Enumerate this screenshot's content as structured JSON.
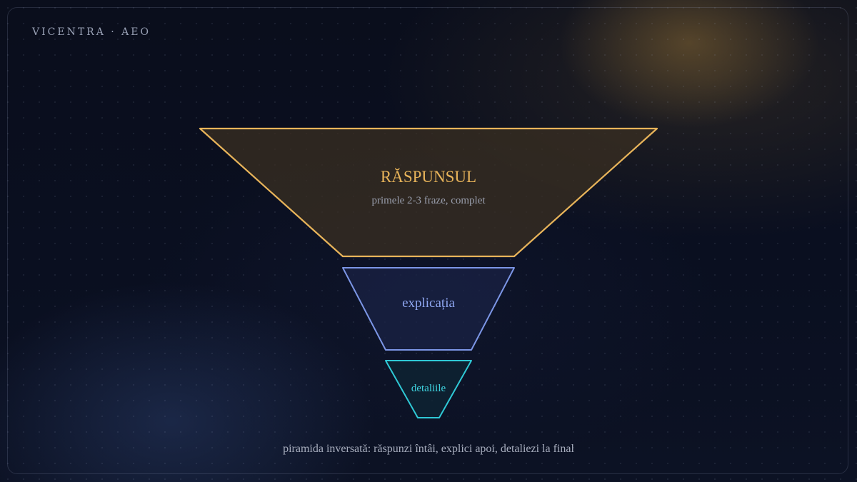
{
  "brand": "VICENTRA · AEO",
  "pyramid": {
    "top": {
      "title": "RĂSPUNSUL",
      "subtitle": "primele 2-3 fraze, complet",
      "stroke": "#e8b45a",
      "fill": "#3a2f22",
      "text_color": "#e8b45a"
    },
    "middle": {
      "title": "explicația",
      "stroke": "#7c96e6",
      "fill": "#1a2144",
      "text_color": "#8ea6f0"
    },
    "bottom": {
      "title": "detaliile",
      "stroke": "#2fc9d6",
      "fill": "#0d2634",
      "text_color": "#3fd4e0"
    }
  },
  "caption": "piramida inversată: răspunzi întâi, explici apoi, detaliezi la final"
}
